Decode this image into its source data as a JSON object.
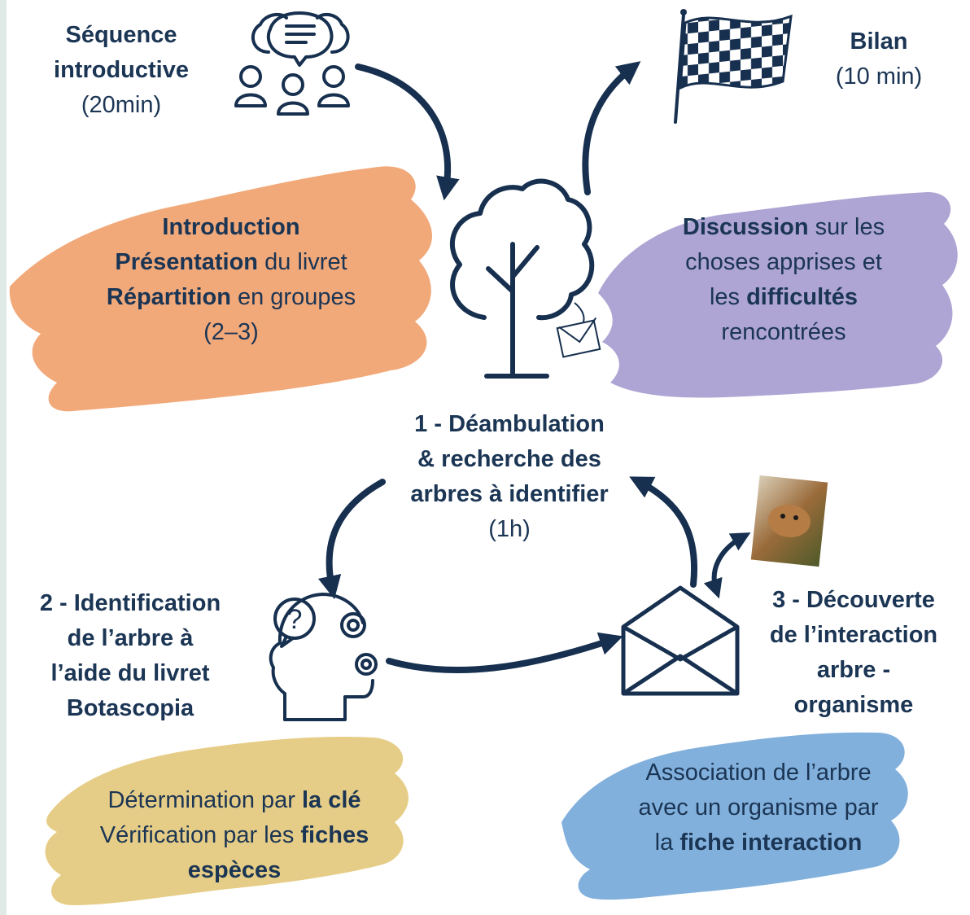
{
  "colors": {
    "navy": "#17304f",
    "orange": "#f2a97a",
    "purple": "#aea5d4",
    "yellow": "#e6cd87",
    "blue": "#82b0dc",
    "border": "#dfe9e6"
  },
  "icons": [
    "chat-group-icon",
    "checkered-flag-icon",
    "tree-icon",
    "envelope-icon",
    "thinking-head-icon",
    "dormouse-photo"
  ],
  "steps": {
    "intro": {
      "title1": "Séquence",
      "title2": "introductive",
      "duration": "(20min)"
    },
    "bilan": {
      "title": "Bilan",
      "duration": "(10 min)"
    },
    "step1": {
      "l1": "1 - Déambulation",
      "l2": "& recherche des",
      "l3": "arbres à identifier",
      "duration": "(1h)"
    },
    "step2": {
      "l1": "2 - Identification",
      "l2": "de l’arbre à",
      "l3": "l’aide du livret",
      "l4": "Botascopia"
    },
    "step3": {
      "l1": "3 - Découverte",
      "l2": "de l’interaction",
      "l3": "arbre -",
      "l4": "organisme"
    }
  },
  "notes": {
    "intro": {
      "line1": "Introduction",
      "line2_bold": "Présentation",
      "line2_rest": " du livret",
      "line3_bold": "Répartition",
      "line3_rest": " en groupes",
      "line4": "(2–3)"
    },
    "discussion": {
      "line1_bold": "Discussion",
      "line1_rest": " sur les",
      "line2": "choses apprises et",
      "line3_pre": "les ",
      "line3_bold": "difficultés",
      "line4": "rencontrées"
    },
    "identification": {
      "line1_pre": "Détermination par ",
      "line1_bold": "la clé",
      "line2_pre": "Vérification par les ",
      "line2_bold": "fiches",
      "line3_bold": "espèces"
    },
    "association": {
      "line1": "Association de l’arbre",
      "line2": "avec un organisme par",
      "line3_pre": "la ",
      "line3_bold": "fiche interaction"
    }
  }
}
